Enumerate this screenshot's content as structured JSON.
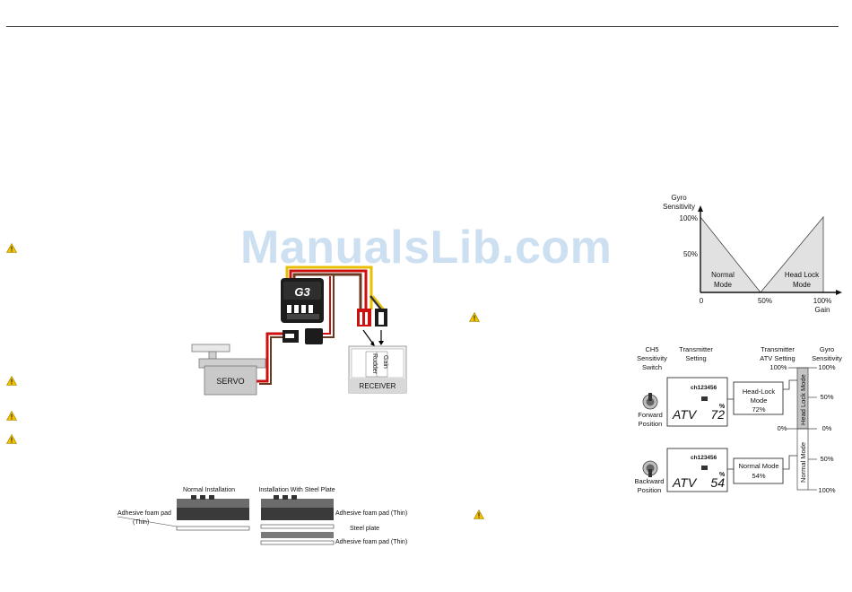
{
  "watermark": "ManualsLib.com",
  "wiring": {
    "servo_label": "SERVO",
    "receiver_label": "RECEIVER",
    "rudder_label": "Rudder",
    "gain_label": "Gain"
  },
  "mounting": {
    "normal_title": "Normal Installation",
    "steel_title": "Installation With Steel Plate",
    "pad_thin_left_1": "Adhesive foam pad",
    "pad_thin_left_2": "(Thin)",
    "pad_thin_right": "Adhesive foam pad (Thin)",
    "steel_plate": "Steel plate",
    "pad_thin_bottom": "Adhesive foam pad (Thin)"
  },
  "gain_chart": {
    "ylabel_1": "Gyro",
    "ylabel_2": "Sensitivity",
    "y100": "100%",
    "y50": "50%",
    "normal_1": "Normal",
    "normal_2": "Mode",
    "headlock_1": "Head Lock",
    "headlock_2": "Mode",
    "x0": "0",
    "x50": "50%",
    "x100": "100%",
    "xlabel": "Gain"
  },
  "switch_diagram": {
    "col_ch5_1": "CH5",
    "col_ch5_2": "Sensitivity",
    "col_ch5_3": "Switch",
    "col_tx_1": "Transmitter",
    "col_tx_2": "Setting",
    "col_atv_1": "Transmitter",
    "col_atv_2": "ATV Setting",
    "col_gyro_1": "Gyro",
    "col_gyro_2": "Sensitivity",
    "atv_100_top": "100%",
    "gyro_100_top": "100%",
    "gyro_50_top": "50%",
    "atv_0": "0%",
    "gyro_0": "0%",
    "gyro_50_bottom": "50%",
    "gyro_100_bottom": "100%",
    "forward_1": "Forward",
    "forward_2": "Position",
    "backward_1": "Backward",
    "backward_2": "Position",
    "lcd_channels": "ch123456",
    "lcd_atv": "ATV",
    "lcd_forward_value": "72",
    "lcd_backward_value": "54",
    "lcd_percent": "%",
    "headlock_box_1": "Head-Lock",
    "headlock_box_2": "Mode",
    "headlock_box_3": "72%",
    "normal_box_1": "Normal Mode",
    "normal_box_2": "54%",
    "bar_headlock": "Head Lock Mode",
    "bar_normal": "Normal Mode"
  },
  "colors": {
    "warning": "#f2c200",
    "mode_fill": "#e1e1e1",
    "bar_fill": "#c4c4c4"
  }
}
